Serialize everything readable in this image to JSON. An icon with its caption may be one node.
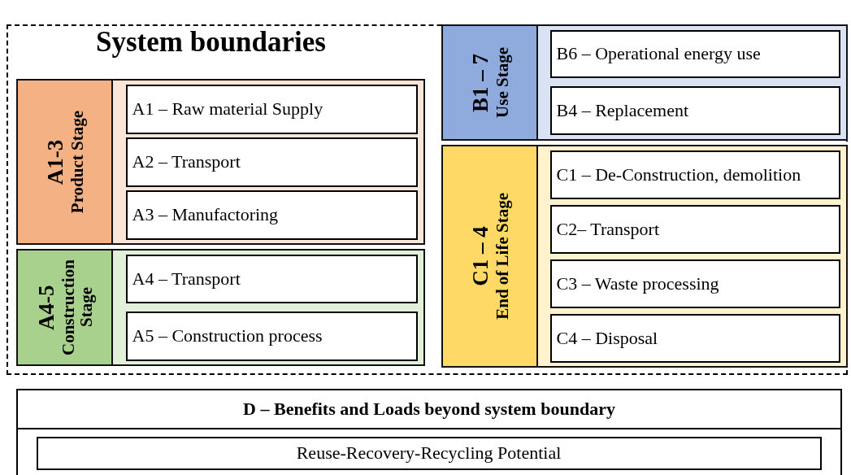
{
  "diagram": {
    "nodes": [
      {
        "text": [
          "System boundaries"
        ]
      },
      {
        "text": [
          "A1-3",
          "Product Stage"
        ],
        "in": 0
      },
      {
        "text": [
          "A1 – Raw material Supply"
        ],
        "in": 1
      },
      {
        "text": [
          "A2 – Transport"
        ],
        "in": 1
      },
      {
        "text": [
          "A3 – Manufactoring"
        ],
        "in": 1
      },
      {
        "text": [
          "A4-5",
          "Construction Stage"
        ],
        "in": 0
      },
      {
        "text": [
          "A4 – Transport"
        ],
        "in": 5
      },
      {
        "text": [
          "A5 – Construction process"
        ],
        "in": 5
      },
      {
        "text": [
          "B1 – 7",
          "Use Stage"
        ],
        "in": 0
      },
      {
        "text": [
          "B6 – Operational energy use"
        ],
        "in": 8
      },
      {
        "text": [
          "B4 – Replacement"
        ],
        "in": 8
      },
      {
        "text": [
          "C1 – 4",
          "End of Life Stage"
        ],
        "in": 0
      },
      {
        "text": [
          "C1 – De-Construction, demolition"
        ],
        "in": 11
      },
      {
        "text": [
          "C2– Transport"
        ],
        "in": 11
      },
      {
        "text": [
          "C3 – Waste processing"
        ],
        "in": 11
      },
      {
        "text": [
          "C4 – Disposal"
        ],
        "in": 11
      },
      {
        "text": [
          "D – Benefits and Loads beyond system boundary"
        ]
      },
      {
        "text": [
          "Reuse-Recovery-Recycling Potential"
        ],
        "in": 16
      }
    ]
  }
}
